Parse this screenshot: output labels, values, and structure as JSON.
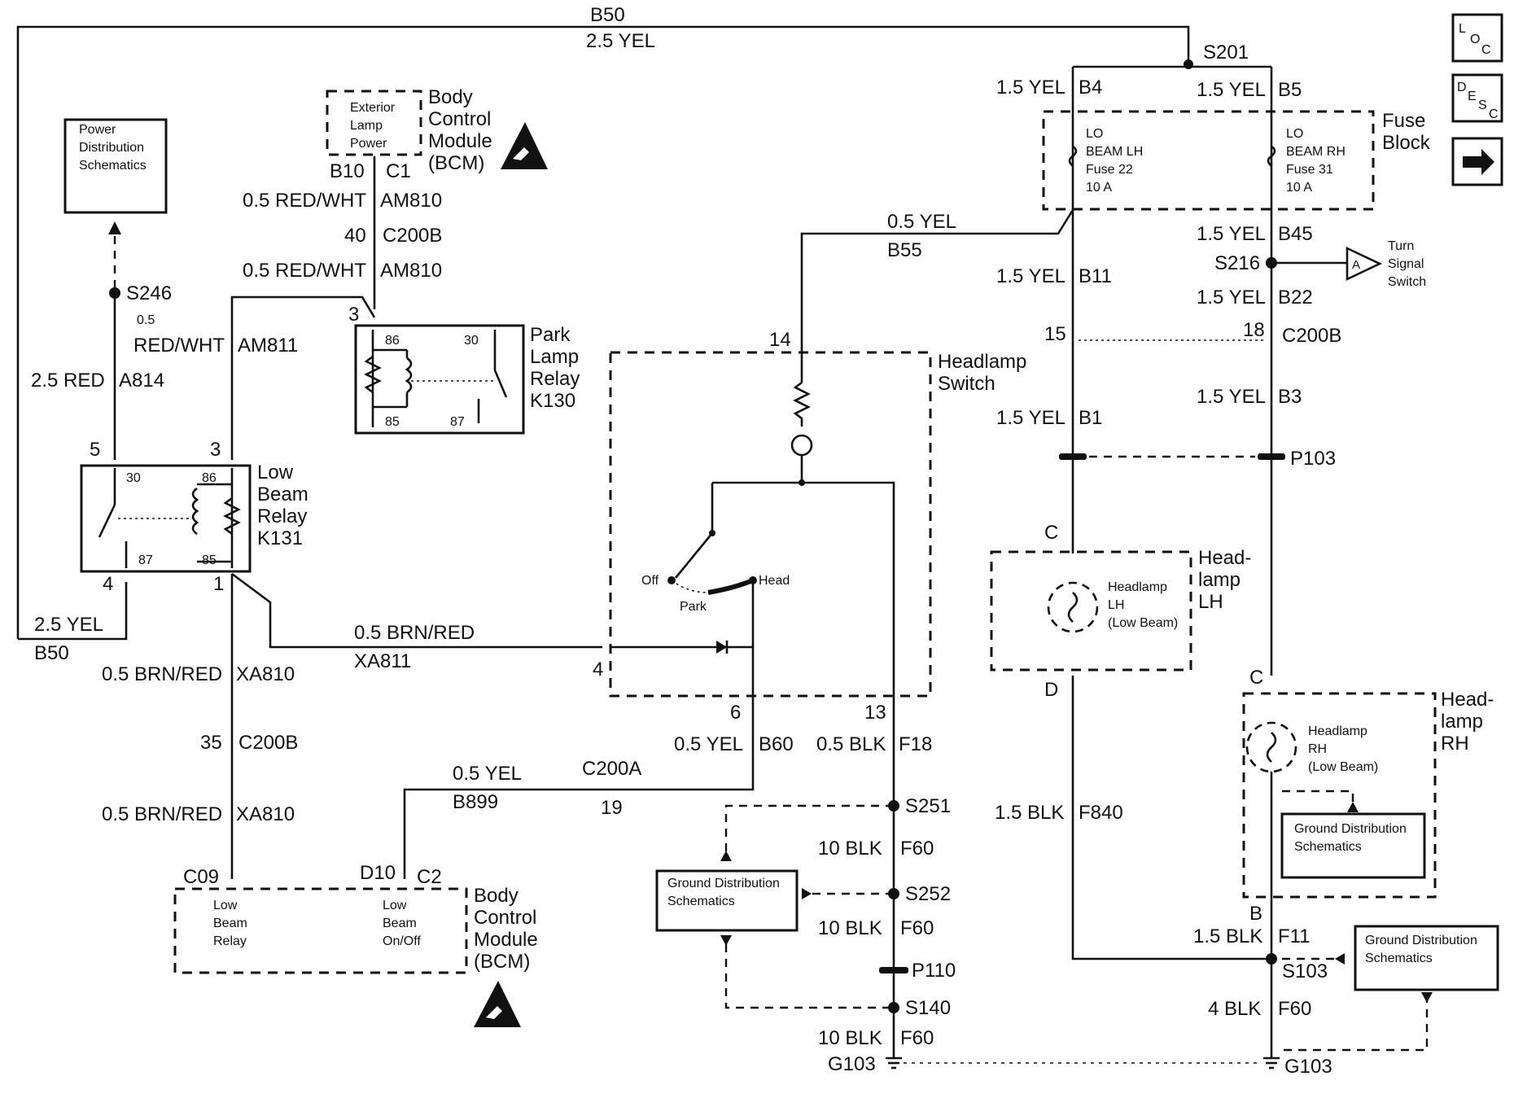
{
  "wires": {
    "b50_top_gauge": "B50",
    "b50_top_color": "2.5 YEL",
    "b50_bottom_gauge": "2.5 YEL",
    "b50_bottom_id": "B50",
    "s201": "S201",
    "b4_gauge": "1.5 YEL",
    "b4_id": "B4",
    "b5_gauge": "1.5 YEL",
    "b5_id": "B5",
    "b55_gauge": "0.5 YEL",
    "b55_id": "B55",
    "b45_gauge": "1.5 YEL",
    "b45_id": "B45",
    "s216": "S216",
    "b11_gauge": "1.5 YEL",
    "b11_id": "B11",
    "b22_gauge": "1.5 YEL",
    "b22_id": "B22",
    "b3_gauge": "1.5 YEL",
    "b3_id": "B3",
    "b1_gauge": "1.5 YEL",
    "b1_id": "B1",
    "am810a_gauge": "0.5 RED/WHT",
    "am810a_id": "AM810",
    "am810b_gauge": "0.5 RED/WHT",
    "am810b_id": "AM810",
    "am811_size": "0.5",
    "am811_gauge": "RED/WHT",
    "am811_id": "AM811",
    "a814_gauge": "2.5 RED",
    "a814_id": "A814",
    "s246": "S246",
    "xa811_gauge": "0.5 BRN/RED",
    "xa811_id": "XA811",
    "xa810a_gauge": "0.5 BRN/RED",
    "xa810a_id": "XA810",
    "xa810b_gauge": "0.5 BRN/RED",
    "xa810b_id": "XA810",
    "b60_gauge": "0.5 YEL",
    "b60_id": "B60",
    "f18_gauge": "0.5 BLK",
    "f18_id": "F18",
    "b899_gauge": "0.5 YEL",
    "b899_id": "B899",
    "s251": "S251",
    "s252": "S252",
    "f60a_gauge": "10 BLK",
    "f60a_id": "F60",
    "f60b_gauge": "10 BLK",
    "f60b_id": "F60",
    "f60c_gauge": "10 BLK",
    "f60c_id": "F60",
    "f60d_gauge": "4 BLK",
    "f60d_id": "F60",
    "p110": "P110",
    "s140": "S140",
    "g103_left": "G103",
    "g103_right": "G103",
    "f840_gauge": "1.5 BLK",
    "f840_id": "F840",
    "f11_gauge": "1.5 BLK",
    "f11_id": "F11",
    "s103": "S103",
    "p103": "P103"
  },
  "connectors": {
    "bcm_top_b10": "B10",
    "bcm_top_c1": "C1",
    "c200b_pin40": "40",
    "c200b_a": "C200B",
    "k130_pin3": "3",
    "k131_pin5": "5",
    "k131_pin3": "3",
    "k131_pin4": "4",
    "k131_pin1": "1",
    "c200b_pin35": "35",
    "c200b_b": "C200B",
    "c200b_pin15": "15",
    "c200b_pin18": "18",
    "c200b_c": "C200B",
    "hs_pin14": "14",
    "hs_pin4": "4",
    "hs_pin6": "6",
    "hs_pin13": "13",
    "c200a": "C200A",
    "c200a_pin19": "19",
    "bcm_c09": "C09",
    "bcm_d10": "D10",
    "bcm_c2": "C2",
    "hl_lh_c": "C",
    "hl_lh_d": "D",
    "hl_rh_c": "C",
    "hl_rh_b": "B"
  },
  "components": {
    "power_dist": [
      "Power",
      "Distribution",
      "Schematics"
    ],
    "bcm_top_inner": [
      "Exterior",
      "Lamp",
      "Power"
    ],
    "bcm_top_name": [
      "Body",
      "Control",
      "Module",
      "(BCM)"
    ],
    "park_relay_name": [
      "Park",
      "Lamp",
      "Relay",
      "K130"
    ],
    "park_relay_pins": {
      "p86": "86",
      "p30": "30",
      "p85": "85",
      "p87": "87"
    },
    "lowbeam_relay_name": [
      "Low",
      "Beam",
      "Relay",
      "K131"
    ],
    "lowbeam_relay_pins": {
      "p30": "30",
      "p86": "86",
      "p87": "87",
      "p85": "85"
    },
    "headlamp_switch_name": [
      "Headlamp",
      "Switch"
    ],
    "switch_off": "Off",
    "switch_park": "Park",
    "switch_head": "Head",
    "fuse_block_name": [
      "Fuse",
      "Block"
    ],
    "fuse22": [
      "LO",
      "BEAM LH",
      "Fuse 22",
      "10 A"
    ],
    "fuse31": [
      "LO",
      "BEAM RH",
      "Fuse 31",
      "10 A"
    ],
    "turn_signal": [
      "Turn",
      "Signal",
      "Switch"
    ],
    "turn_signal_letter": "A",
    "headlamp_lh_name": [
      "Head-",
      "lamp",
      "LH"
    ],
    "headlamp_lh_inner": [
      "Headlamp",
      "LH",
      "(Low Beam)"
    ],
    "headlamp_rh_name": [
      "Head-",
      "lamp",
      "RH"
    ],
    "headlamp_rh_inner": [
      "Headlamp",
      "RH",
      "(Low Beam)"
    ],
    "ground_dist": [
      "Ground Distribution",
      "Schematics"
    ],
    "bcm_bottom_name": [
      "Body",
      "Control",
      "Module",
      "(BCM)"
    ],
    "bcm_bottom_left": [
      "Low",
      "Beam",
      "Relay"
    ],
    "bcm_bottom_right": [
      "Low",
      "Beam",
      "On/Off"
    ]
  },
  "nav": {
    "loc": [
      "L",
      "O",
      "C"
    ],
    "desc": [
      "D",
      "E",
      "S",
      "C"
    ],
    "next_icon": "right-arrow-icon"
  }
}
